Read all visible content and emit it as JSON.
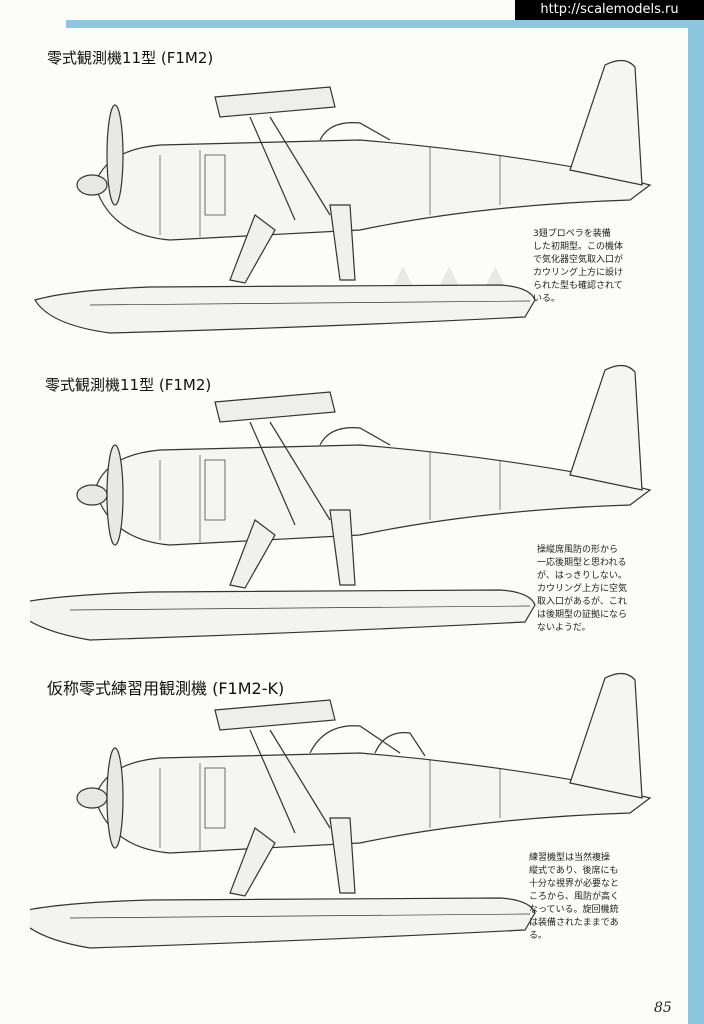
{
  "watermark": "http://scalemodels.ru",
  "page_number": "85",
  "sections": [
    {
      "title": "零式観測機11型 (F1M2)",
      "note_lines": [
        "3翅プロペラを装備",
        "した初期型。この機体",
        "で気化器空気取入口が",
        "カウリング上方に設け",
        "られた型も確認されて",
        "いる。"
      ]
    },
    {
      "title": "零式観測機11型 (F1M2)",
      "note_lines": [
        "操縦席風防の形から",
        "一応後期型と思われる",
        "が、はっきりしない。",
        "カウリング上方に空気",
        "取入口があるが、これ",
        "は後期型の証拠になら",
        "ないようだ。"
      ]
    },
    {
      "title": "仮称零式練習用観測機 (F1M2-K)",
      "note_lines": [
        "練習機型は当然複操",
        "縦式であり、後席にも",
        "十分な視界が必要なと",
        "ころから、風防が高く",
        "なっている。旋回機銃",
        "は装備されたままであ",
        "る。"
      ]
    }
  ]
}
